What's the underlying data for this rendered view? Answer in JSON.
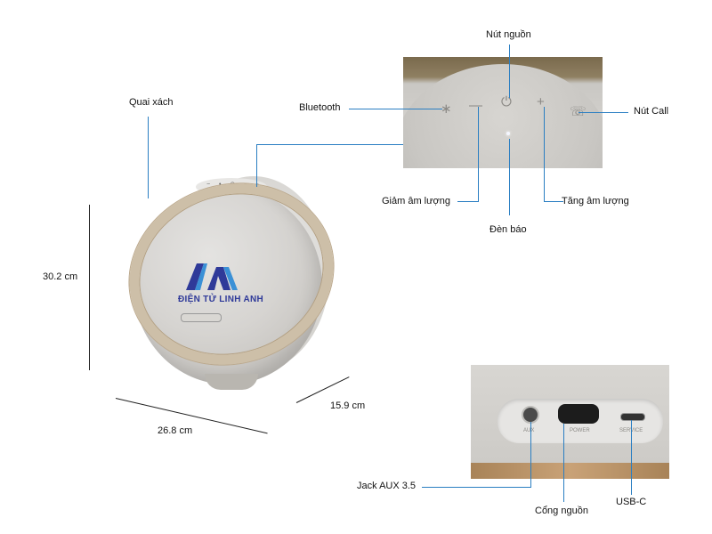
{
  "labels": {
    "handle": "Quai xách",
    "height": "30.2 cm",
    "width": "26.8 cm",
    "depth": "15.9 cm",
    "bluetooth": "Bluetooth",
    "power_button": "Nút nguồn",
    "call_button": "Nút Call",
    "volume_down": "Giảm âm lượng",
    "volume_up": "Tăng âm lượng",
    "indicator": "Đèn báo",
    "aux": "Jack AUX 3.5",
    "power_port": "Cổng nguồn",
    "usbc": "USB-C"
  },
  "logo": {
    "text": "ĐIỆN TỬ LINH ANH"
  },
  "ports": {
    "aux": "AUX",
    "power": "POWER",
    "service": "SERVICE"
  },
  "controls": {
    "bluetooth": "∗",
    "minus": "—",
    "power": "⏻",
    "plus": "+",
    "call": "☏"
  },
  "colors": {
    "callout_line": "#2a7ec2",
    "logo": "#2f3a99"
  }
}
